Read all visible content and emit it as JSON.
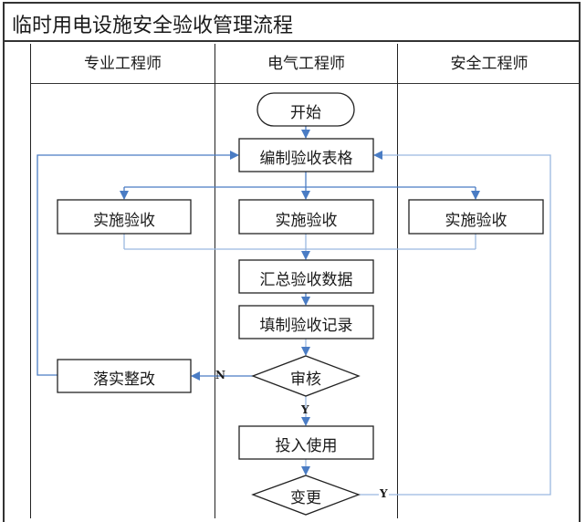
{
  "title": "临时用电设施安全验收管理流程",
  "lanes": [
    {
      "id": "professional",
      "label": "专业工程师"
    },
    {
      "id": "electrical",
      "label": "电气工程师"
    },
    {
      "id": "safety",
      "label": "安全工程师"
    }
  ],
  "nodes": {
    "start": {
      "label": "开始",
      "shape": "terminator",
      "lane": "electrical"
    },
    "prepare_form": {
      "label": "编制验收表格",
      "shape": "process",
      "lane": "electrical"
    },
    "inspect_professional": {
      "label": "实施验收",
      "shape": "process",
      "lane": "professional"
    },
    "inspect_electrical": {
      "label": "实施验收",
      "shape": "process",
      "lane": "electrical"
    },
    "inspect_safety": {
      "label": "实施验收",
      "shape": "process",
      "lane": "safety"
    },
    "summarize": {
      "label": "汇总验收数据",
      "shape": "process",
      "lane": "electrical"
    },
    "fill_record": {
      "label": "填制验收记录",
      "shape": "process",
      "lane": "electrical"
    },
    "review": {
      "label": "审核",
      "shape": "decision",
      "lane": "electrical"
    },
    "rectify": {
      "label": "落实整改",
      "shape": "process",
      "lane": "professional"
    },
    "put_into_use": {
      "label": "投入使用",
      "shape": "process",
      "lane": "electrical"
    },
    "change": {
      "label": "变更",
      "shape": "decision",
      "lane": "electrical"
    }
  },
  "edges": [
    {
      "from": "start",
      "to": "prepare_form",
      "label": ""
    },
    {
      "from": "prepare_form",
      "to": "inspect_professional",
      "label": ""
    },
    {
      "from": "prepare_form",
      "to": "inspect_electrical",
      "label": ""
    },
    {
      "from": "prepare_form",
      "to": "inspect_safety",
      "label": ""
    },
    {
      "from": "inspect_professional",
      "to": "summarize",
      "label": ""
    },
    {
      "from": "inspect_electrical",
      "to": "summarize",
      "label": ""
    },
    {
      "from": "inspect_safety",
      "to": "summarize",
      "label": ""
    },
    {
      "from": "summarize",
      "to": "fill_record",
      "label": ""
    },
    {
      "from": "fill_record",
      "to": "review",
      "label": ""
    },
    {
      "from": "review",
      "to": "rectify",
      "label": "N"
    },
    {
      "from": "review",
      "to": "put_into_use",
      "label": "Y"
    },
    {
      "from": "rectify",
      "to": "prepare_form",
      "label": ""
    },
    {
      "from": "put_into_use",
      "to": "change",
      "label": ""
    },
    {
      "from": "change",
      "to": "prepare_form",
      "label": "Y"
    }
  ],
  "edge_labels": {
    "review_no": "N",
    "review_yes": "Y",
    "change_yes": "Y"
  },
  "colors": {
    "connector": "#4a7cc4",
    "connector_light": "#9ab8e0",
    "border": "#222222"
  }
}
